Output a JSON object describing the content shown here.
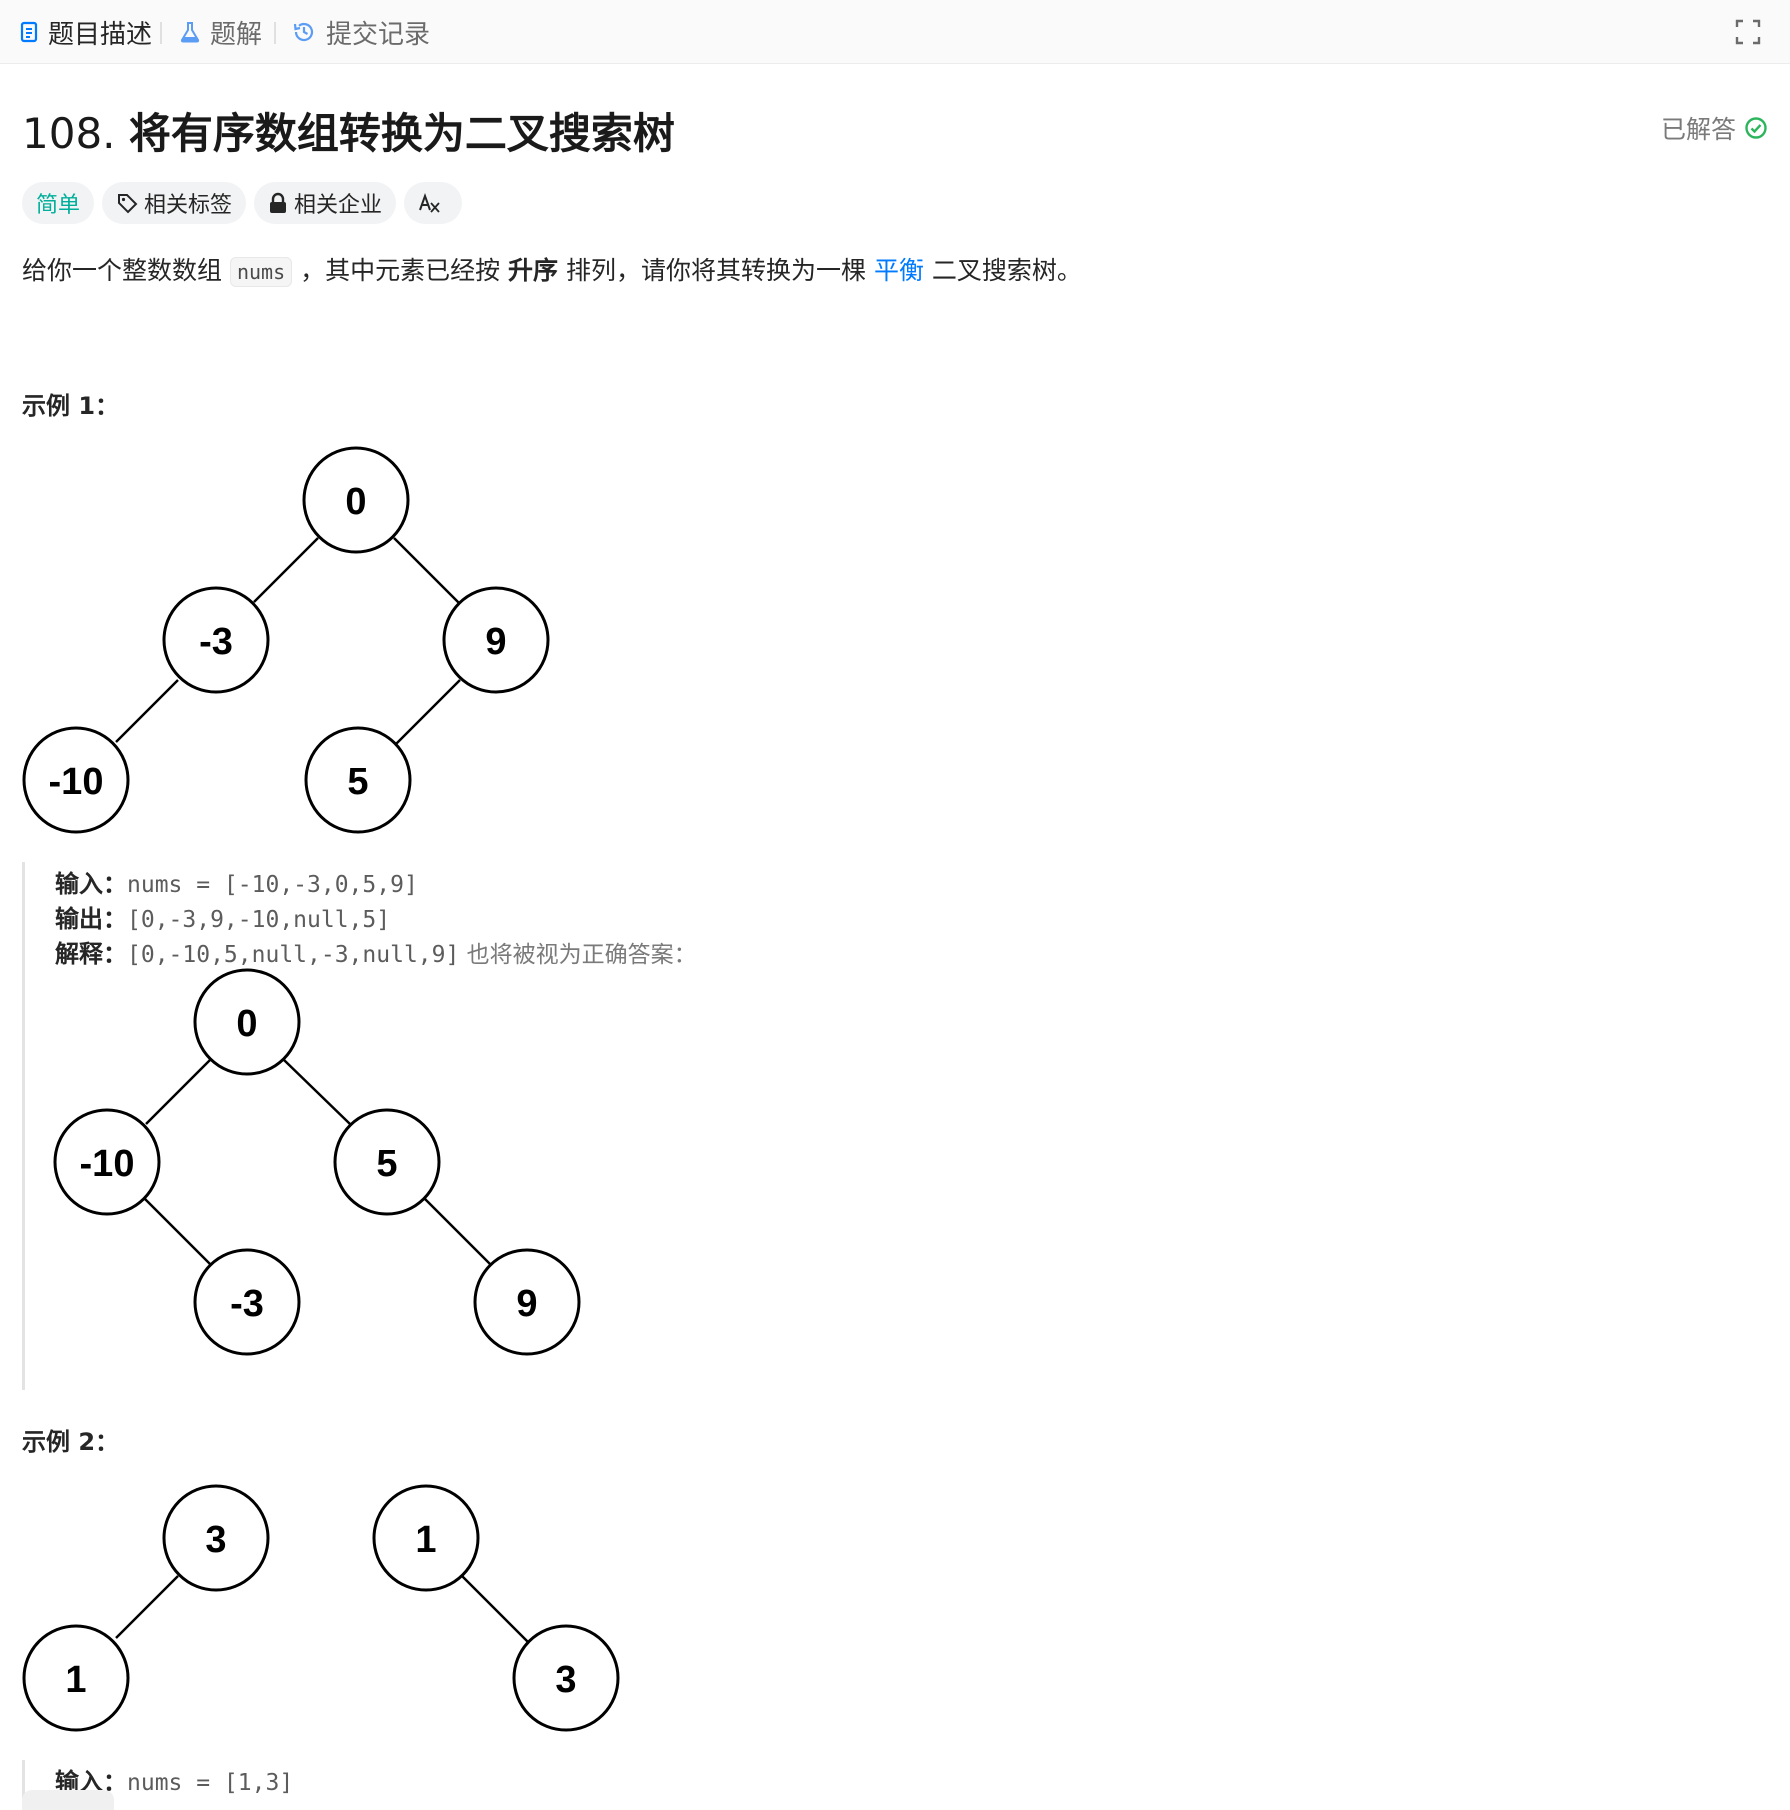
{
  "tabs": [
    {
      "label": "题目描述",
      "icon": "document-icon"
    },
    {
      "label": "题解",
      "icon": "flask-icon"
    },
    {
      "label": "提交记录",
      "icon": "history-icon"
    }
  ],
  "problem": {
    "number": "108.",
    "title": "将有序数组转换为二叉搜索树",
    "status": "已解答",
    "difficulty": "简单",
    "tag_related": "相关标签",
    "tag_company": "相关企业"
  },
  "description": {
    "p1": "给你一个整数数组 ",
    "code": "nums",
    "p2": " ，其中元素已经按 ",
    "bold": "升序",
    "p3": " 排列，请你将其转换为一棵 ",
    "link": "平衡",
    "p4": " 二叉搜索树。"
  },
  "examples": [
    {
      "title": "示例 1：",
      "input_label": "输入：",
      "input": "nums = [-10,-3,0,5,9]",
      "output_label": "输出：",
      "output": "[0,-3,9,-10,null,5]",
      "explain_label": "解释：",
      "explain_code": "[0,-10,5,null,-3,null,9]",
      "explain_text": " 也将被视为正确答案："
    },
    {
      "title": "示例 2：",
      "input_label": "输入：",
      "input": "nums = [1,3]"
    }
  ],
  "trees": {
    "t1": [
      "0",
      "-3",
      "9",
      "-10",
      "5"
    ],
    "t2": [
      "0",
      "-10",
      "5",
      "-3",
      "9"
    ],
    "t3a": [
      "3",
      "1"
    ],
    "t3b": [
      "1",
      "3"
    ]
  },
  "colors": {
    "easy": "#00af9b",
    "link": "#007aff",
    "solved": "#2db55d",
    "tab_icon": "#007aff"
  }
}
